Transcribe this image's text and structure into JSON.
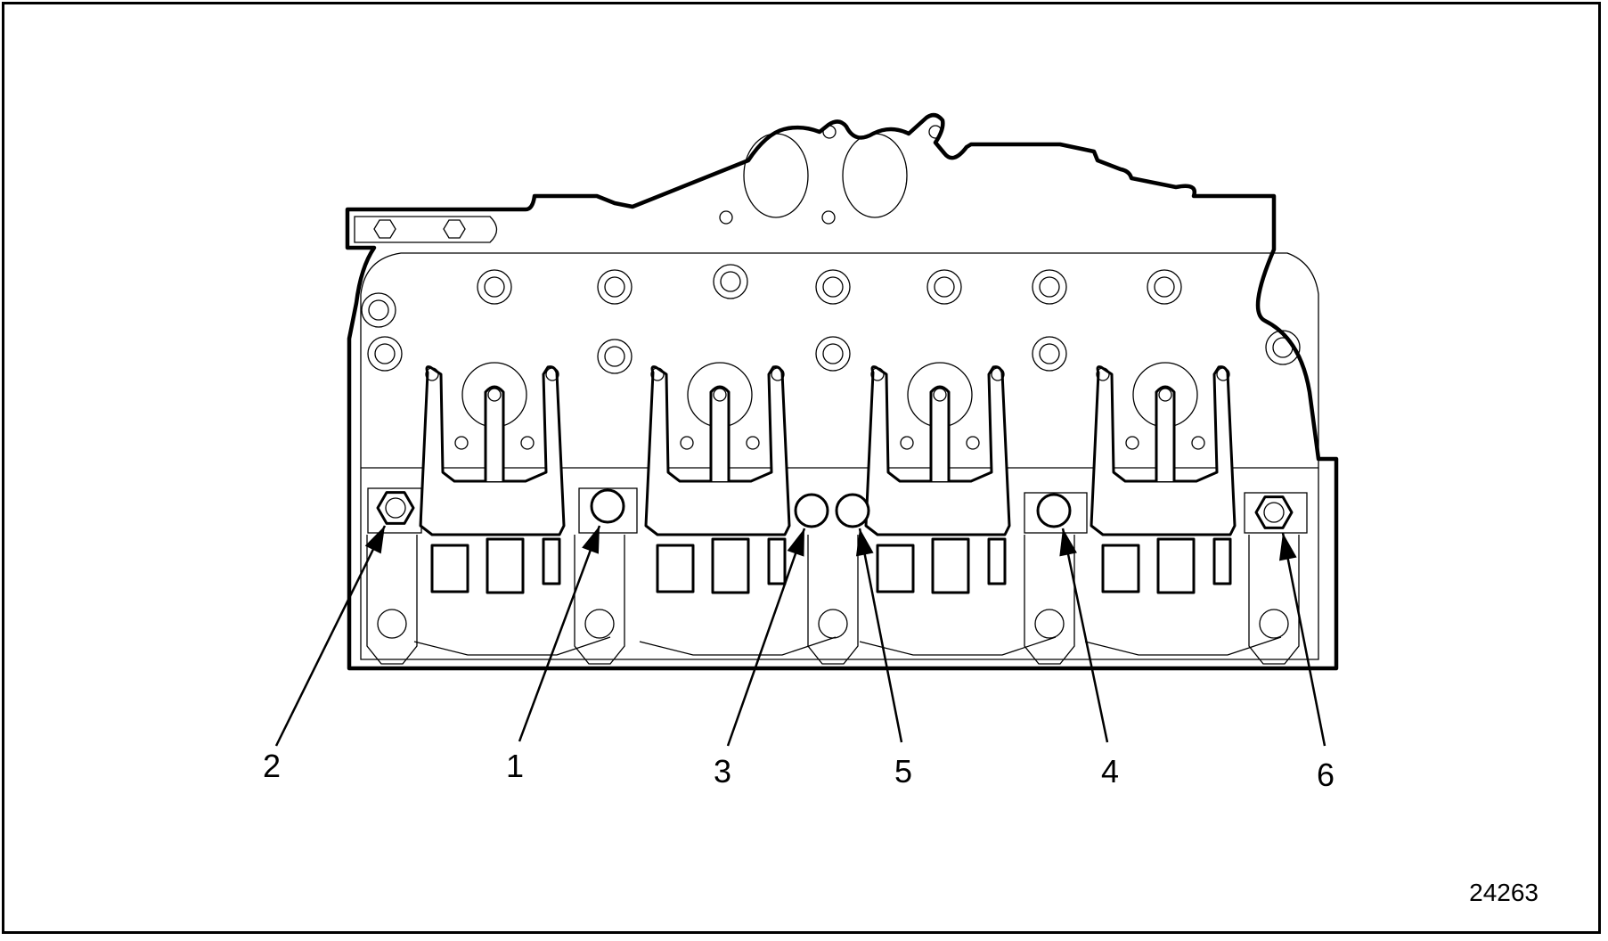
{
  "figure": {
    "number": "24263",
    "subject": "valve body assembly with numbered fastener callouts"
  },
  "callouts": [
    {
      "label": "2",
      "target": "hex bolt, far left"
    },
    {
      "label": "1",
      "target": "round bolt, left"
    },
    {
      "label": "3",
      "target": "round bolt, center-left"
    },
    {
      "label": "5",
      "target": "round bolt, center-right"
    },
    {
      "label": "4",
      "target": "round bolt, right"
    },
    {
      "label": "6",
      "target": "hex bolt, far right"
    }
  ],
  "colors": {
    "line": "#000000",
    "background": "#ffffff"
  }
}
